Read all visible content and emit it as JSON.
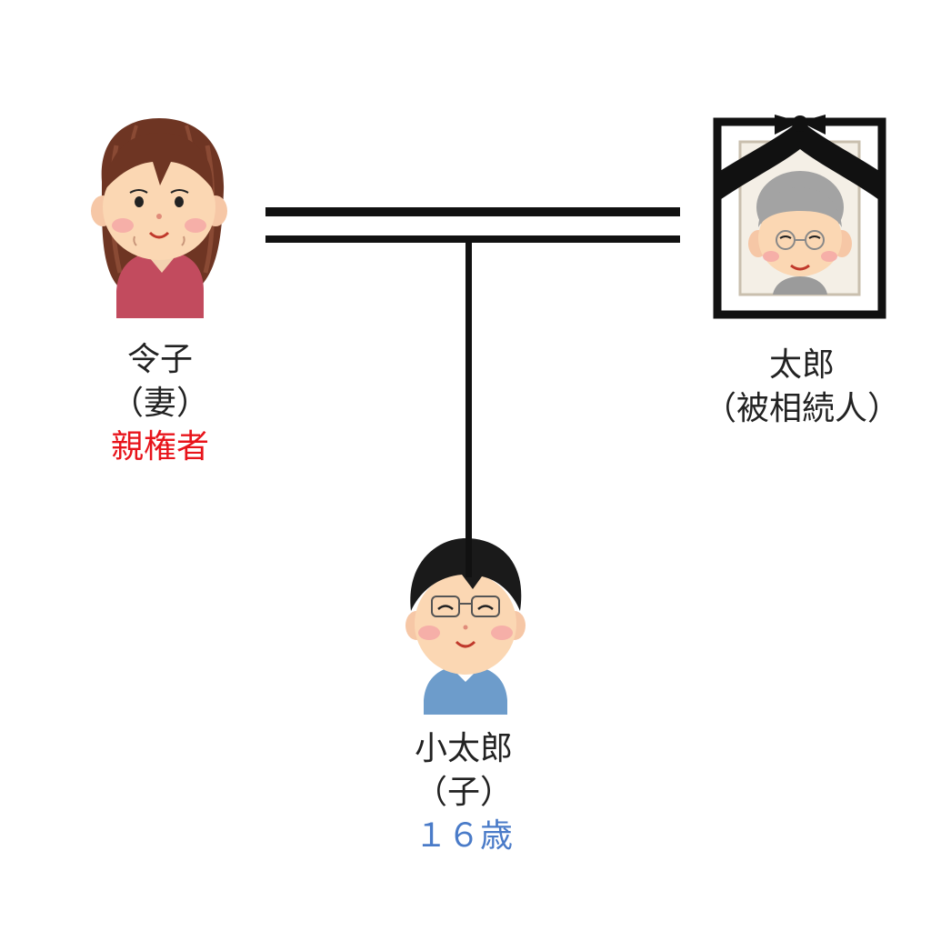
{
  "wife": {
    "name": "令子",
    "relation": "（妻）",
    "role": "親権者",
    "role_color": "#e8141b"
  },
  "husband": {
    "name": "太郎",
    "relation": "（被相続人）"
  },
  "child": {
    "name": "小太郎",
    "relation": "（子）",
    "age": "１６歳",
    "age_color": "#4a7bc8"
  },
  "illustrations": {
    "wife": "elderly-woman-illustration",
    "husband": "memorial-portrait-of-elderly-man-with-mourning-ribbon",
    "child": "boy-with-glasses-illustration"
  },
  "colors": {
    "line": "#111111",
    "text": "#222222"
  }
}
